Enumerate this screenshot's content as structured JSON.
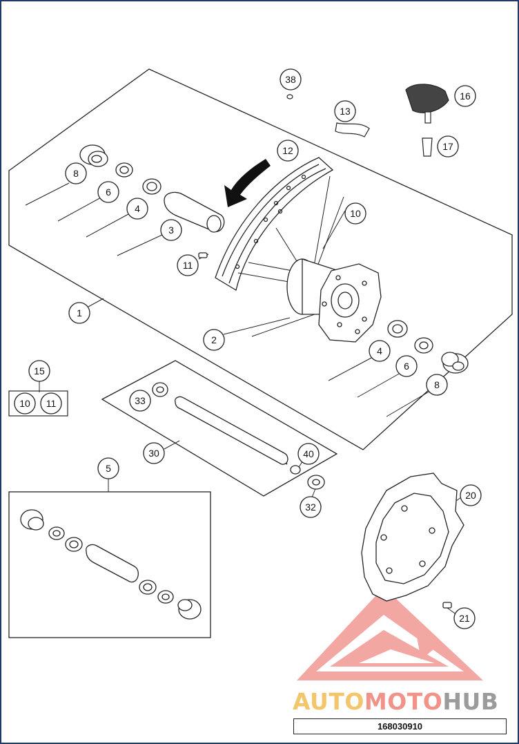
{
  "callouts": {
    "c1": "1",
    "c2": "2",
    "c3": "3",
    "c4a": "4",
    "c4b": "4",
    "c5": "5",
    "c6a": "6",
    "c6b": "6",
    "c8a": "8",
    "c8b": "8",
    "c10a": "10",
    "c10b": "10",
    "c11a": "11",
    "c11b": "11",
    "c12": "12",
    "c13": "13",
    "c15": "15",
    "c16": "16",
    "c17": "17",
    "c20": "20",
    "c21": "21",
    "c30": "30",
    "c32": "32",
    "c33": "33",
    "c38": "38",
    "c40": "40"
  },
  "watermark": {
    "part1": "AUTO",
    "part2": "MOTO",
    "part3": "HUB"
  },
  "drawing_code": "168030910",
  "colors": {
    "line": "#222222",
    "watermark_red": "#f08a84",
    "watermark_yellow": "#f4c66c",
    "watermark_gray": "#9b9b9b",
    "border": "#1f3a66"
  }
}
